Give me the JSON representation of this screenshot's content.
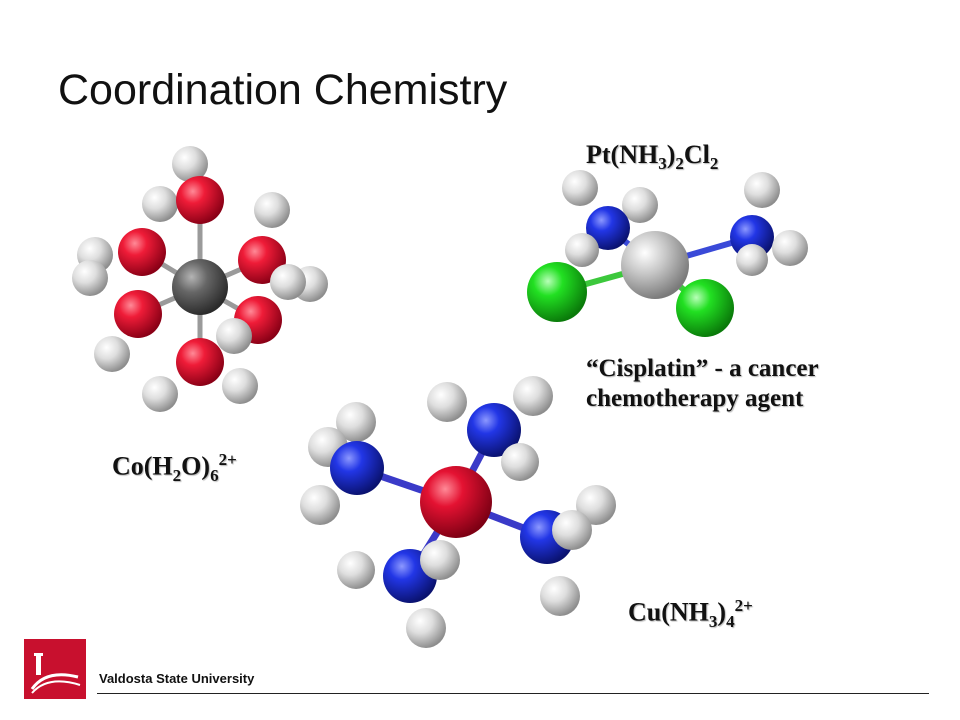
{
  "slide": {
    "title": "Coordination Chemistry"
  },
  "labels": {
    "cisplatin_formula": {
      "base": "Pt(NH",
      "sub1": "3",
      "mid": ")",
      "sub2": "2",
      "end": "Cl",
      "sub3": "2"
    },
    "cobalt_formula": {
      "base": "Co(H",
      "sub1": "2",
      "mid": "O)",
      "sub2": "6",
      "charge": "2+"
    },
    "copper_formula": {
      "base": "Cu(NH",
      "sub1": "3",
      "mid": ")",
      "sub2": "4",
      "charge": "2+"
    },
    "caption_line1": "“Cisplatin” - a cancer",
    "caption_line2": "chemotherapy agent"
  },
  "footer": {
    "institution": "Valdosta State University",
    "logo_color": "#c8102e"
  },
  "colors": {
    "oxygen": "#e0102c",
    "hydrogen": "#dcdcdc",
    "nitrogen": "#1a2fd8",
    "chlorine": "#22dd22",
    "cobalt": "#5e5e5e",
    "platinum": "#c2c2c2",
    "copper": "#d8102a"
  }
}
